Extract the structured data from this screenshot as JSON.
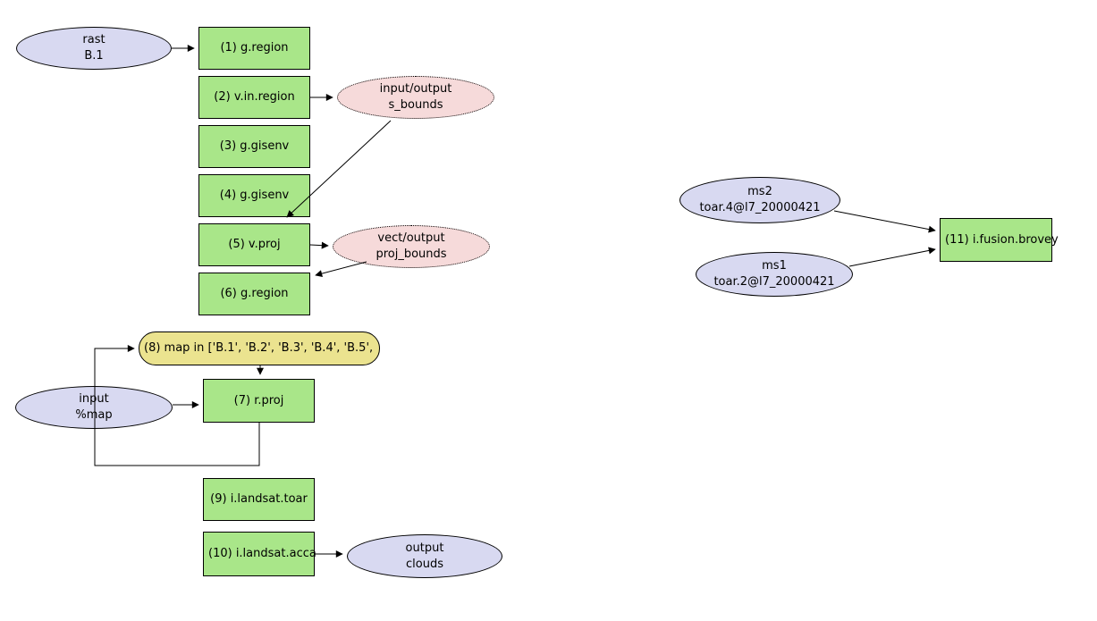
{
  "colors": {
    "command_fill": "#a9e689",
    "data_fill": "#d8d9f1",
    "intermediate_fill": "#f6dada",
    "loop_fill": "#ebe38f",
    "edge": "#000000",
    "background": "#ffffff"
  },
  "nodes": {
    "rast_b1": {
      "line1": "rast",
      "line2": "B.1"
    },
    "cmd1": {
      "label": "(1) g.region"
    },
    "cmd2": {
      "label": "(2) v.in.region"
    },
    "cmd3": {
      "label": "(3) g.gisenv"
    },
    "cmd4": {
      "label": "(4) g.gisenv"
    },
    "cmd5": {
      "label": "(5) v.proj"
    },
    "cmd6": {
      "label": "(6) g.region"
    },
    "s_bounds": {
      "line1": "input/output",
      "line2": "s_bounds"
    },
    "proj_bounds": {
      "line1": "vect/output",
      "line2": "proj_bounds"
    },
    "loop8": {
      "label": "(8) map in ['B.1', 'B.2', 'B.3', 'B.4', 'B.5',"
    },
    "input_map": {
      "line1": "input",
      "line2": "%map"
    },
    "cmd7": {
      "label": "(7) r.proj"
    },
    "cmd9": {
      "label": "(9) i.landsat.toar"
    },
    "cmd10": {
      "label": "(10) i.landsat.acca"
    },
    "clouds": {
      "line1": "output",
      "line2": "clouds"
    },
    "ms2": {
      "line1": "ms2",
      "line2": "toar.4@l7_20000421"
    },
    "ms1": {
      "line1": "ms1",
      "line2": "toar.2@l7_20000421"
    },
    "cmd11": {
      "label": "(11) i.fusion.brovey"
    }
  }
}
